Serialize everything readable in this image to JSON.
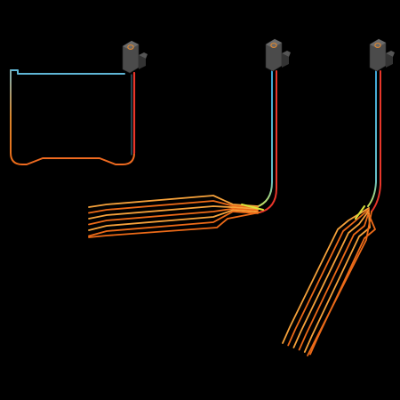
{
  "background_color": "#000000",
  "palette": {
    "cable_cool": "#5fb6d6",
    "cable_warm": "#e8362a",
    "cable_mid": "#f08a1c",
    "strand_light": "#f7a23b",
    "strand_dark": "#ec6a18",
    "junction": "#d9e23a",
    "connector_body": "#4b4b4b",
    "connector_face": "#6a6a6a",
    "connector_side": "#333333",
    "connector_ring": "#e8892b"
  },
  "icons": {
    "connector": "sensor-connector-icon",
    "single_loop": "single-wire-loop-icon",
    "horizontal_fan": "horizontal-fanout-cable-icon",
    "diagonal_fan": "diagonal-fanout-cable-icon"
  },
  "figures": [
    {
      "name": "single-wire-loop",
      "variant": "single"
    },
    {
      "name": "horizontal-fanout",
      "variant": "fan-horizontal",
      "strand_count": 6
    },
    {
      "name": "diagonal-fanout",
      "variant": "fan-diagonal",
      "strand_count": 6
    }
  ]
}
